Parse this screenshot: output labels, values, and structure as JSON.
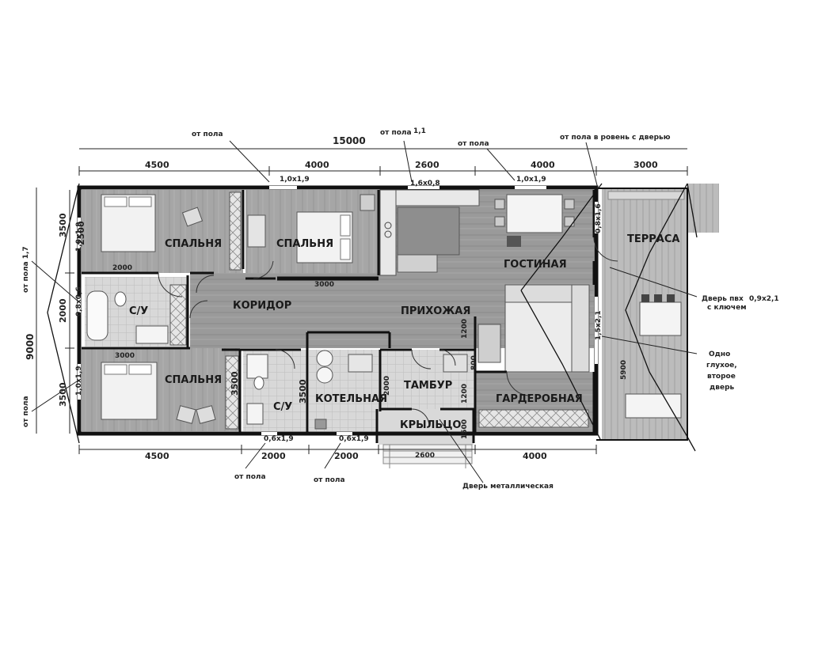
{
  "overall": {
    "width_total": "15000",
    "height_total": "9000"
  },
  "top_segments": [
    "4500",
    "4000",
    "2600",
    "4000",
    "3000"
  ],
  "bottom_segments": [
    "4500",
    "2000",
    "2000",
    "2600",
    "4000"
  ],
  "left_segments": [
    "3500",
    "2000",
    "3500"
  ],
  "rooms": {
    "bedroom1": "СПАЛЬНЯ",
    "bedroom2": "СПАЛЬНЯ",
    "bedroom3": "СПАЛЬНЯ",
    "bath1": "С/У",
    "bath2": "С/У",
    "corridor": "КОРИДОР",
    "hall": "ПРИХОЖАЯ",
    "living": "ГОСТИНАЯ",
    "terrace": "ТЕРРАСА",
    "boiler": "КОТЕЛЬНАЯ",
    "vestibule": "ТАМБУР",
    "wardrobe": "ГАРДЕРОБНАЯ",
    "porch": "КРЫЛЬЦО"
  },
  "windows": {
    "w_top1": "1,0х1,9",
    "w_top2": "1,6х0,8",
    "w_top3": "1,0х1,9",
    "w_left1": "1,0х1,9",
    "w_left2": "0,8х0,6",
    "w_left3": "1,0х1,9",
    "w_bottom1": "0,6х1,9",
    "w_bottom2": "0,6х1,9",
    "w_right_top": "0,8х1,6",
    "w_right_mid": "1,5х2,1"
  },
  "inner_dims": {
    "d2000_bath": "2000",
    "d3000_bed2": "3000",
    "d3000_bed3": "3000",
    "d3500_wc": "3500",
    "d3500_wc2": "3500",
    "d2000_vest": "2000",
    "d1200_a": "1200",
    "d1200_b": "1200",
    "d800": "800",
    "d1500": "1500",
    "d5900": "5900",
    "d2500_left": "2500"
  },
  "notes": {
    "n_top_left": "от пола",
    "n_top_mid": "от пола",
    "n_top_mid_val": "1,1",
    "n_top_right": "от пола",
    "n_top_far": "от пола в ровень с дверью",
    "n_left_top": "от пола 1,7",
    "n_left_bottom": "от пола",
    "n_bottom1": "от пола",
    "n_bottom2": "от пола",
    "n_metal_door": "Дверь металлическая",
    "n_pvc_door_1": "Дверь пвх",
    "n_pvc_door_2": "с ключем",
    "n_pvc_size": "0,9х2,1",
    "n_blind_1": "Одно",
    "n_blind_2": "глухое,",
    "n_blind_3": "второе",
    "n_blind_4": "дверь"
  }
}
